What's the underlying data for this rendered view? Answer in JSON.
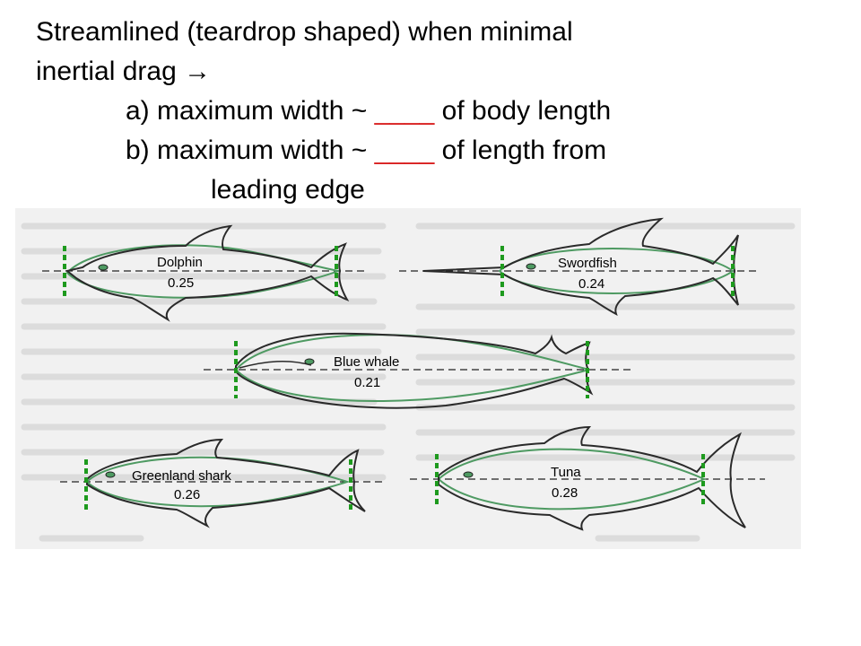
{
  "question": {
    "line1": "Streamlined (teardrop shaped) when minimal",
    "line2_text": "inertial drag",
    "line2_arrow": "→",
    "a_prefix": "a) maximum width ~ ",
    "a_blank": "____",
    "a_suffix": "  of body length",
    "b_prefix": "b) maximum width ~ ",
    "b_blank": "____",
    "b_suffix": " of length from",
    "b_cont": "leading edge"
  },
  "colors": {
    "blank": "#d81e1e",
    "outline": "#2a2a2a",
    "teardrop": "#4e9a62",
    "marker": "#1e9a1e",
    "page": "#f1f1f1"
  },
  "fish": [
    {
      "name": "Dolphin",
      "ratio": "0.25"
    },
    {
      "name": "Swordfish",
      "ratio": "0.24"
    },
    {
      "name": "Blue whale",
      "ratio": "0.21"
    },
    {
      "name": "Greenland shark",
      "ratio": "0.26"
    },
    {
      "name": "Tuna",
      "ratio": "0.28"
    }
  ]
}
